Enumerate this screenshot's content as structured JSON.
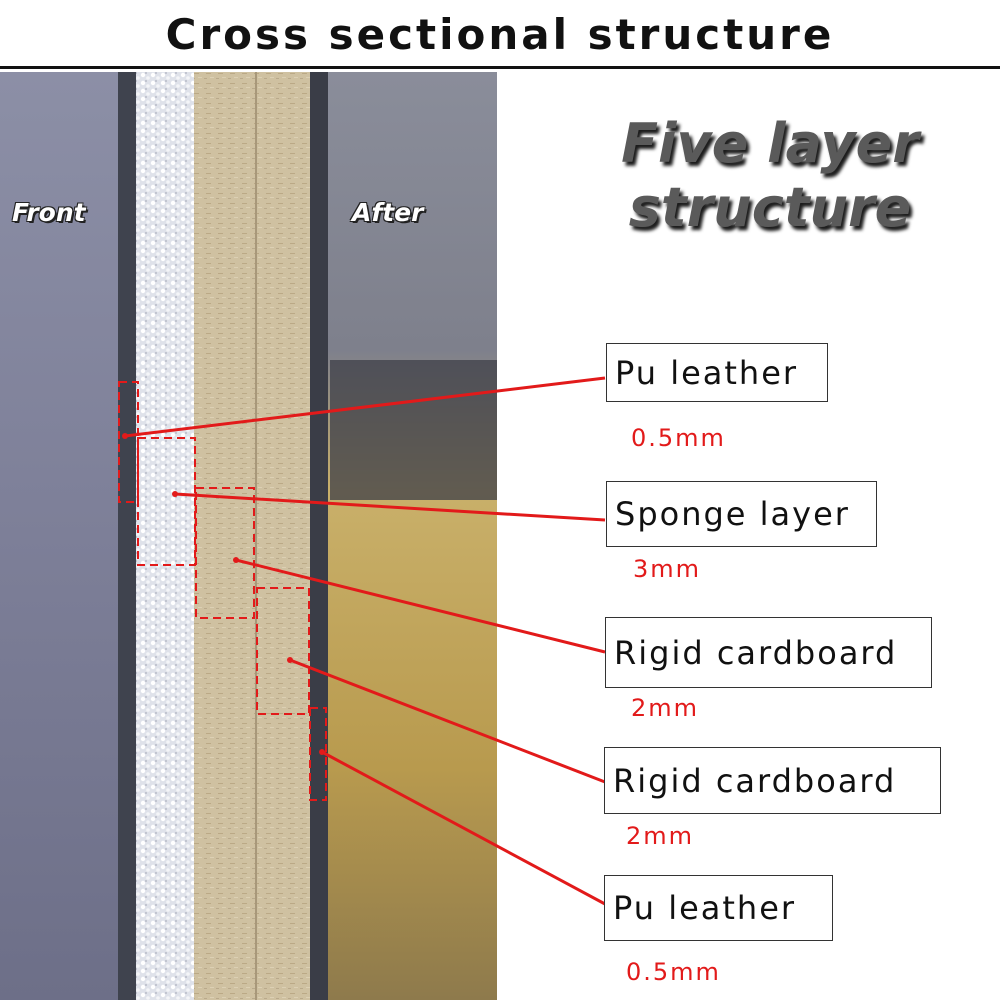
{
  "header": {
    "title": "Cross sectional structure"
  },
  "photo": {
    "front_label": "Front",
    "back_label": "After"
  },
  "headline": {
    "line1": "Five layer",
    "line2": "structure"
  },
  "layers": [
    {
      "name": "Pu leather",
      "thickness": "0.5mm"
    },
    {
      "name": "Sponge layer",
      "thickness": "3mm"
    },
    {
      "name": "Rigid cardboard",
      "thickness": "2mm"
    },
    {
      "name": "Rigid cardboard",
      "thickness": "2mm"
    },
    {
      "name": "Pu leather",
      "thickness": "0.5mm"
    }
  ],
  "colors": {
    "leader_line": "#e21a1a",
    "thickness_text": "#e21a1a"
  }
}
